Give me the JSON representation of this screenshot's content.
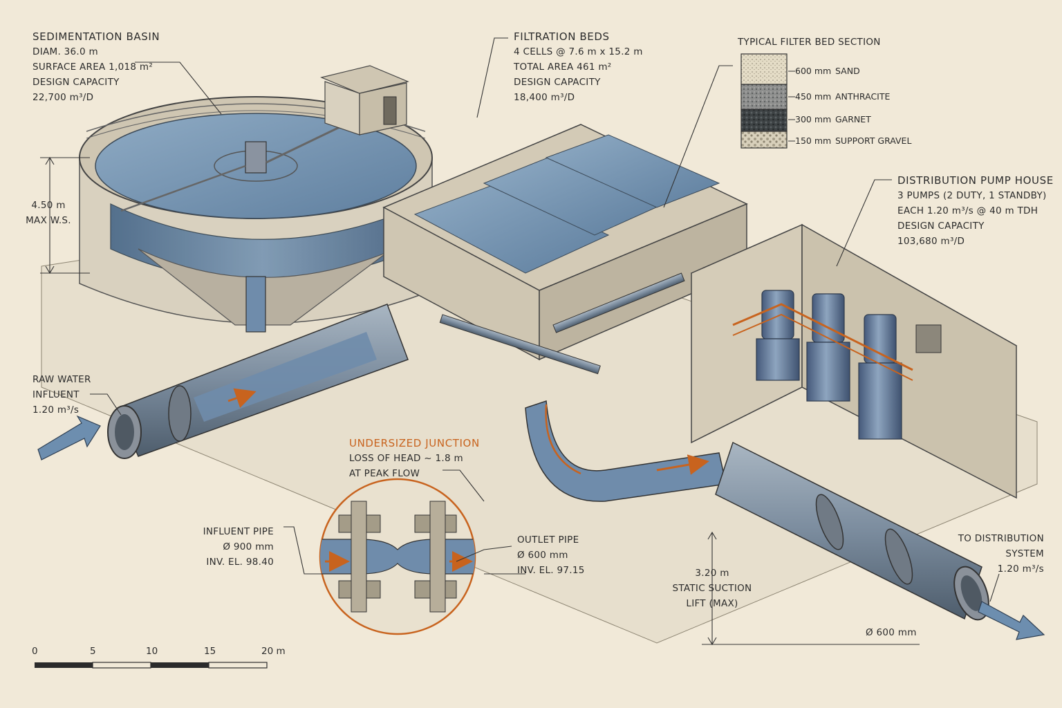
{
  "sedimentation": {
    "title": "SEDIMENTATION BASIN",
    "line1": "DIAM. 36.0 m",
    "line2": "SURFACE AREA 1,018 m²",
    "line3": "DESIGN CAPACITY",
    "line4": "22,700 m³/D"
  },
  "water_level": {
    "line1": "4.50 m",
    "line2": "MAX W.S."
  },
  "filtration": {
    "title": "FILTRATION BEDS",
    "line1": "4 CELLS @ 7.6 m x 15.2 m",
    "line2": "TOTAL AREA 461 m²",
    "line3": "DESIGN CAPACITY",
    "line4": "18,400 m³/D"
  },
  "filter_section": {
    "title": "TYPICAL FILTER BED SECTION",
    "layers": [
      {
        "thickness": "600 mm",
        "material": "SAND",
        "color": "#e4dcc6"
      },
      {
        "thickness": "450 mm",
        "material": "ANTHRACITE",
        "color": "#8e8f8e"
      },
      {
        "thickness": "300 mm",
        "material": "GARNET",
        "color": "#3d4244"
      },
      {
        "thickness": "150 mm",
        "material": "SUPPORT GRAVEL",
        "color": "#cfc7b2"
      }
    ]
  },
  "pump_house": {
    "title": "DISTRIBUTION PUMP HOUSE",
    "line1": "3 PUMPS (2 DUTY, 1 STANDBY)",
    "line2": "EACH 1.20 m³/s @ 40 m TDH",
    "line3": "DESIGN CAPACITY",
    "line4": "103,680 m³/D"
  },
  "raw_water": {
    "line1": "RAW WATER",
    "line2": "INFLUENT",
    "line3": "1.20 m³/s"
  },
  "junction": {
    "title": "UNDERSIZED JUNCTION",
    "line1": "LOSS OF HEAD ~ 1.8 m",
    "line2": "AT PEAK FLOW"
  },
  "influent_pipe": {
    "line1": "INFLUENT PIPE",
    "line2": "Ø 900 mm",
    "line3": "INV. EL. 98.40"
  },
  "outlet_pipe": {
    "line1": "OUTLET PIPE",
    "line2": "Ø 600 mm",
    "line3": "INV. EL. 97.15"
  },
  "distribution": {
    "line1": "TO DISTRIBUTION",
    "line2": "SYSTEM",
    "line3": "1.20 m³/s"
  },
  "suction": {
    "line1": "3.20 m",
    "line2": "STATIC SUCTION",
    "line3": "LIFT (MAX)"
  },
  "outlet_dia": "Ø 600 mm",
  "scale_bar": {
    "ticks": [
      "0",
      "5",
      "10",
      "15",
      "20 m"
    ]
  },
  "colors": {
    "paper": "#f1e9d8",
    "water": "#5f7f9f",
    "water_light": "#8fabc4",
    "concrete": "#d9d1bf",
    "concrete_dark": "#b7ae9a",
    "ink": "#2b2b2b",
    "accent": "#c8631e",
    "pipe": "#7b8c9e",
    "pump": "#5d7592"
  }
}
